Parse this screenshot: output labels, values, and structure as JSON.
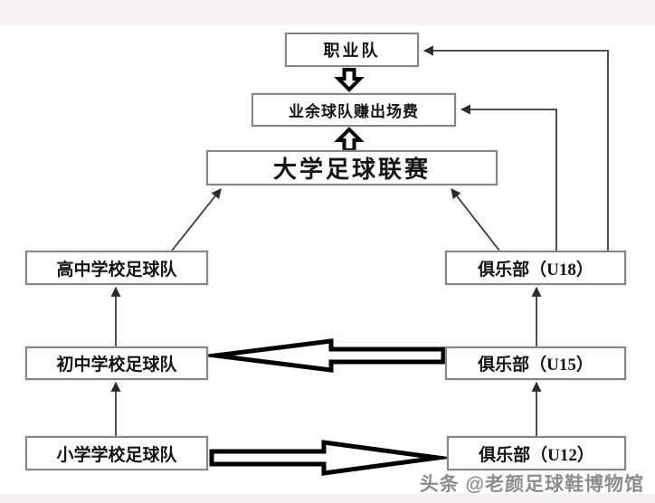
{
  "diagram": {
    "description": "Football youth development pathway: school teams and clubs feeding university league, amateur appearance fees and professional teams",
    "nodes": {
      "pro": {
        "label": "职业队"
      },
      "amateur": {
        "label": "业余球队赚出场费"
      },
      "uni": {
        "label": "大学足球联赛"
      },
      "hs": {
        "label": "高中学校足球队"
      },
      "ms": {
        "label": "初中学校足球队"
      },
      "es": {
        "label": "小学学校足球队"
      },
      "u18": {
        "label": "俱乐部（U18）"
      },
      "u15": {
        "label": "俱乐部（U15）"
      },
      "u12": {
        "label": "俱乐部（U12）"
      }
    },
    "edges": [
      {
        "from": "es",
        "to": "ms",
        "style": "thin-arrow"
      },
      {
        "from": "ms",
        "to": "hs",
        "style": "thin-arrow"
      },
      {
        "from": "u12",
        "to": "u15",
        "style": "thin-arrow"
      },
      {
        "from": "u15",
        "to": "u18",
        "style": "thin-arrow"
      },
      {
        "from": "hs",
        "to": "uni",
        "style": "thin-arrow-diagonal"
      },
      {
        "from": "u18",
        "to": "uni",
        "style": "thin-arrow-diagonal"
      },
      {
        "from": "u18",
        "to": "amateur",
        "style": "thin-arrow-elbow"
      },
      {
        "from": "u18",
        "to": "pro",
        "style": "thin-arrow-elbow"
      },
      {
        "from": "pro",
        "to": "amateur",
        "style": "block-arrow-down"
      },
      {
        "from": "uni",
        "to": "amateur",
        "style": "block-arrow-up"
      },
      {
        "from": "u15",
        "to": "ms",
        "style": "big-outline-arrow-left"
      },
      {
        "from": "es",
        "to": "u12",
        "style": "big-outline-arrow-right"
      }
    ],
    "colors": {
      "box_border": "#868686",
      "box_fill": "#ffffff",
      "text": "#141414",
      "wire": "#3a3a3a",
      "block_arrow_outline": "#000000",
      "block_arrow_fill": "#ffffff",
      "background": "#ffffff",
      "band": "#f5f4f3",
      "watermark_text_color": "#8d8d8d"
    }
  },
  "watermark": {
    "text": "头条 @老颜足球鞋博物馆"
  }
}
